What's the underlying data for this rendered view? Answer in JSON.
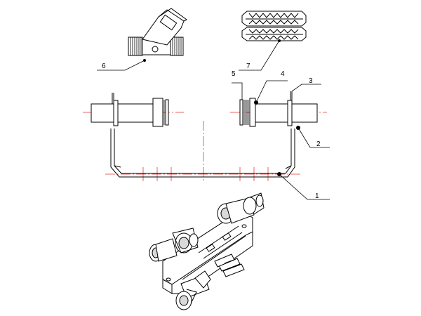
{
  "drawing": {
    "colors": {
      "line": "#000000",
      "centerline": "#e53935",
      "fill": "#ffffff",
      "shade": "#d9d9d9"
    },
    "callouts": [
      {
        "id": 1,
        "label": "1"
      },
      {
        "id": 2,
        "label": "2"
      },
      {
        "id": 3,
        "label": "3"
      },
      {
        "id": 4,
        "label": "4"
      },
      {
        "id": 5,
        "label": "5"
      },
      {
        "id": 6,
        "label": "6"
      },
      {
        "id": 7,
        "label": "7"
      }
    ]
  }
}
